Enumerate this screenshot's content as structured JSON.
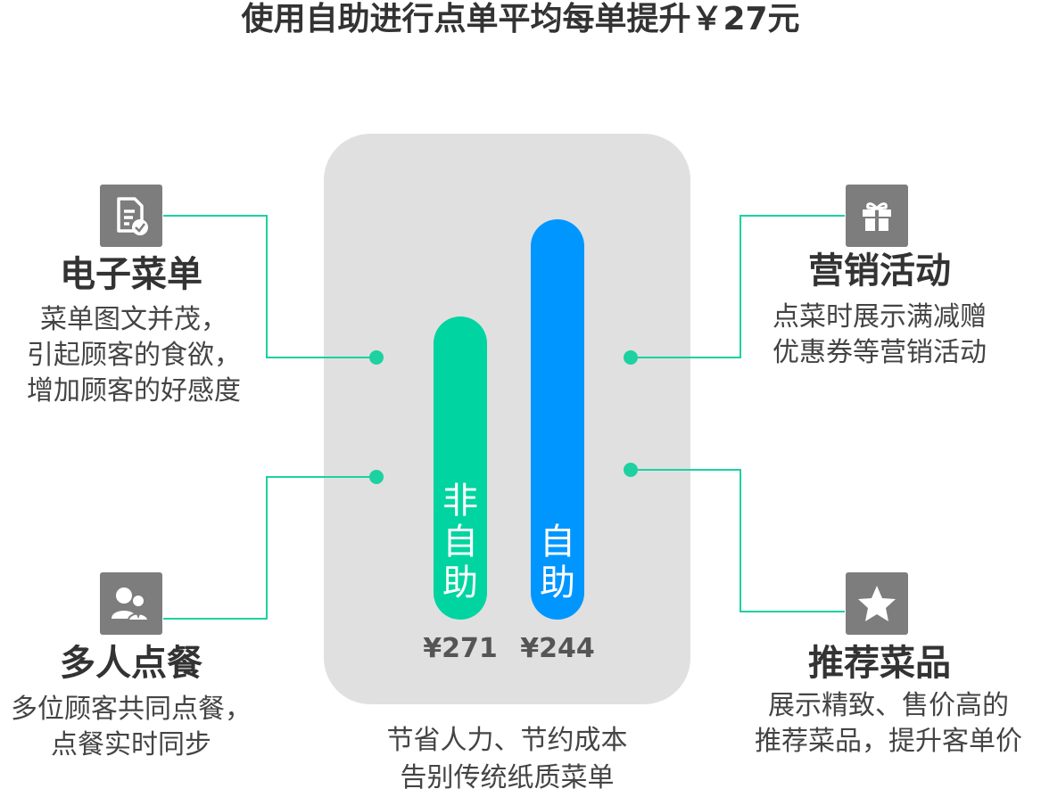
{
  "title": "使用自助进行点单平均每单提升￥27元",
  "colors": {
    "green": "#00d4a0",
    "blue": "#0096ff",
    "line": "#1dd1a1",
    "icon_bg": "#7d7d7d",
    "panel": "#e0e0e0"
  },
  "bars": [
    {
      "label": [
        "非",
        "自",
        "助"
      ],
      "price": "¥271"
    },
    {
      "label": [
        "自",
        "助"
      ],
      "price": "¥244"
    }
  ],
  "caption": [
    "节省人力、节约成本",
    "告别传统纸质菜单"
  ],
  "features": {
    "menu": {
      "icon": "menu-document-icon",
      "title": "电子菜单",
      "desc": [
        "菜单图文并茂，",
        "引起顾客的食欲，",
        "增加顾客的好感度"
      ]
    },
    "group": {
      "icon": "users-icon",
      "title": "多人点餐",
      "desc": [
        "多位顾客共同点餐，",
        "点餐实时同步"
      ]
    },
    "marketing": {
      "icon": "gift-icon",
      "title": "营销活动",
      "desc": [
        "点菜时展示满减赠",
        "优惠券等营销活动"
      ]
    },
    "recommend": {
      "icon": "star-icon",
      "title": "推荐菜品",
      "desc": [
        "展示精致、售价高的",
        "推荐菜品，提升客单价"
      ]
    }
  }
}
